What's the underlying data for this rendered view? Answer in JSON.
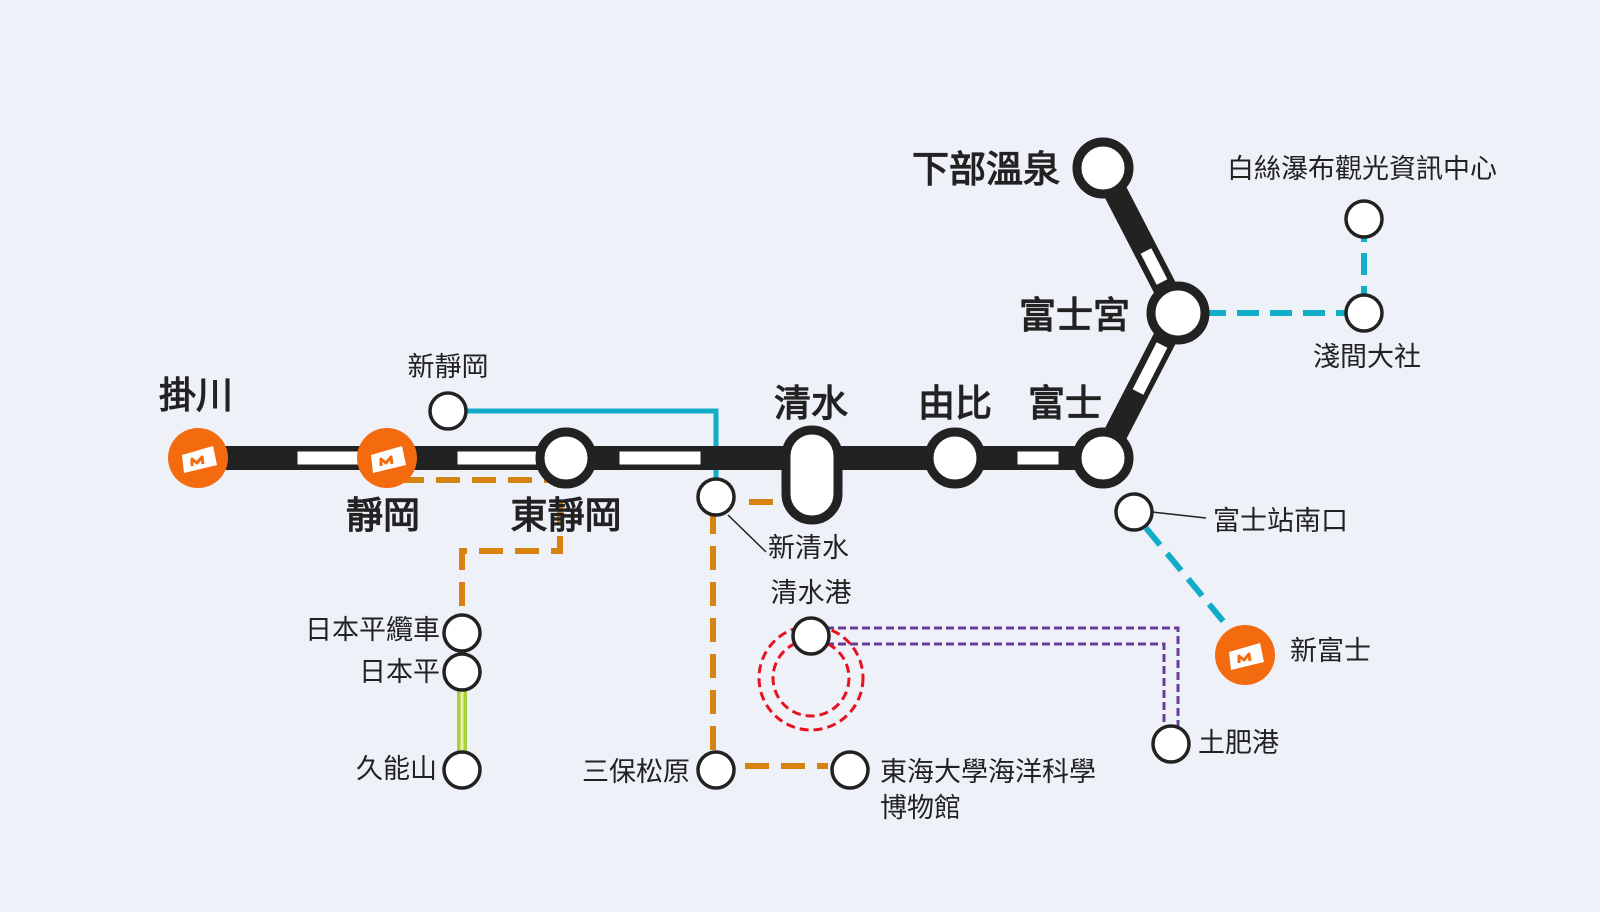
{
  "colors": {
    "background": "#eef2f8",
    "main_line": "#222222",
    "line_inner": "#ffffff",
    "cyan": "#12adc8",
    "orange_dashed": "#d8820f",
    "lime": "#a8d23a",
    "purple": "#6a3d9a",
    "red_ring": "#e8121e",
    "shinkansen": "#f46a0f"
  },
  "icons": {
    "shinkansen_station": "shinkansen-train-icon"
  },
  "stations": {
    "kakegawa": "掛川",
    "shizuoka": "靜岡",
    "higashi_shizuoka": "東靜岡",
    "shimizu": "清水",
    "yui": "由比",
    "fuji": "富士",
    "fujinomiya": "富士宮",
    "shimobe_onsen": "下部溫泉",
    "shin_shizuoka": "新靜岡",
    "shin_shimizu": "新清水",
    "shimizu_port": "清水港",
    "nihondaira_ropeway": "日本平纜車",
    "nihondaira": "日本平",
    "kunozan": "久能山",
    "miho": "三保松原",
    "tokai_museum_line1": "東海大學海洋科學",
    "tokai_museum_line2": "博物館",
    "fuji_south": "富士站南口",
    "shin_fuji": "新富士",
    "toi_port": "土肥港",
    "sengen_taisha": "淺間大社",
    "shiraito_info": "白絲瀑布觀光資訊中心"
  }
}
